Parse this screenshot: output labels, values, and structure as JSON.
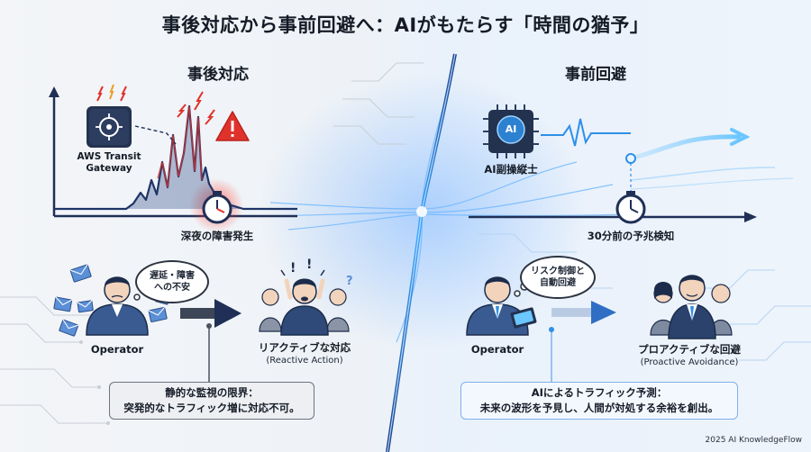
{
  "title": "事後対応から事前回避へ：AIがもたらす「時間の猶予」",
  "left": {
    "heading": "事後対応",
    "device_label_1": "AWS Transit",
    "device_label_2": "Gateway",
    "event_label": "深夜の障害発生",
    "bubble_line1": "遅延・障害",
    "bubble_line2": "への不安",
    "person_label": "Operator",
    "result_label": "リアクティブな対応",
    "result_sub": "(Reactive Action)",
    "note_line1": "静的な監視の限界：",
    "note_line2": "突発的なトラフィック増に対応不可。"
  },
  "right": {
    "heading": "事前回避",
    "chip_text": "AI",
    "chip_label": "AI副操縦士",
    "event_label": "30分前の予兆検知",
    "bubble_line1": "リスク制御と",
    "bubble_line2": "自動回避",
    "person_label": "Operator",
    "result_label": "プロアクティブな回避",
    "result_sub": "(Proactive Avoidance)",
    "note_line1": "AIによるトラフィック予測：",
    "note_line2": "未来の波形を予見し、人間が対処する余裕を創出。"
  },
  "footer": "2025 AI KnowledgeFlow",
  "colors": {
    "navy": "#1f2f56",
    "alert_red": "#e0322b",
    "ai_blue": "#2f8fe8"
  }
}
